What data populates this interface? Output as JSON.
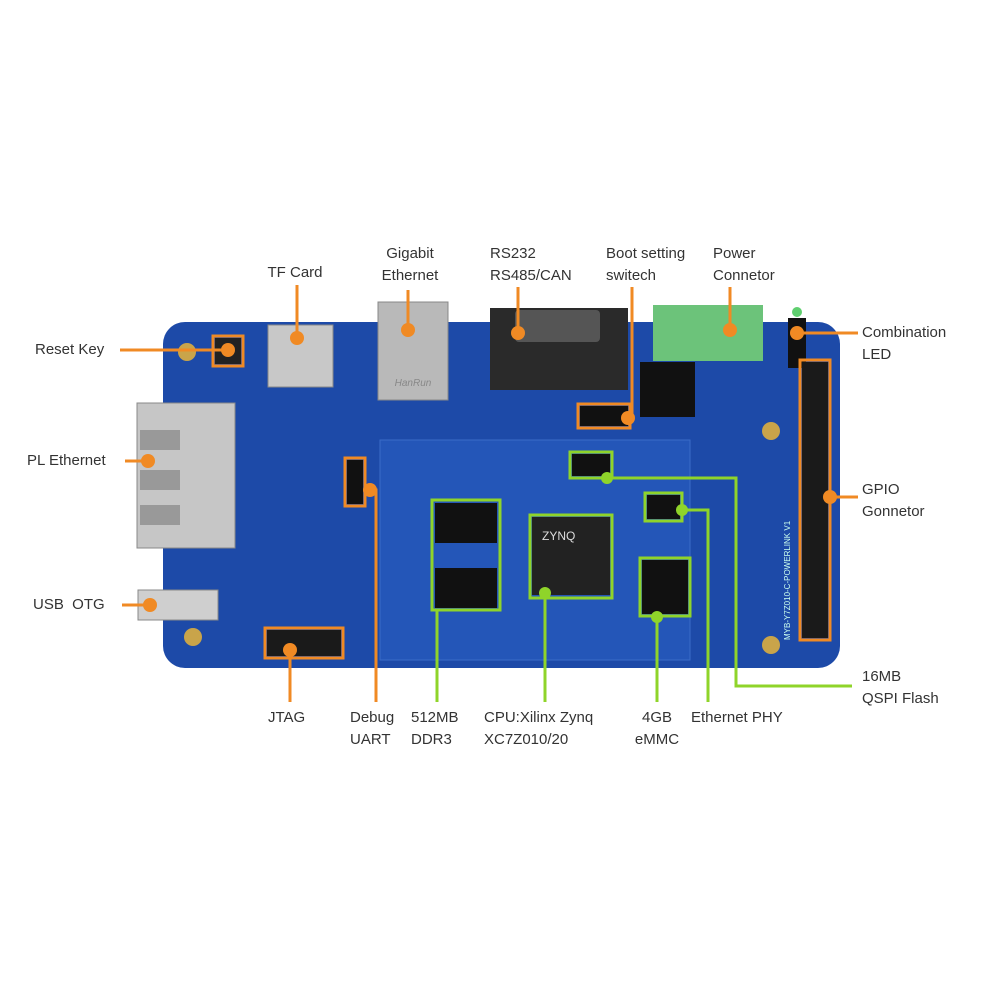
{
  "colors": {
    "board": "#1d4aa8",
    "orange": "#f08a24",
    "green": "#8fd42a",
    "text": "#333333"
  },
  "board_print": {
    "chip": "ZYNQ",
    "rj45_brand": "HanRun",
    "model": "MYB-Y7Z010-C-POWERLINK V1"
  },
  "labels": {
    "tf_card": "TF Card",
    "gigabit_1": "Gigabit",
    "gigabit_2": "Ethernet",
    "rs_1": "RS232",
    "rs_2": "RS485/CAN",
    "boot_1": "Boot setting",
    "boot_2": "switech",
    "power_1": "Power",
    "power_2": "Connetor",
    "led_1": "Combination",
    "led_2": "LED",
    "reset": "Reset Key",
    "pl_eth": "PL Ethernet",
    "usb": "USB  OTG",
    "gpio_1": "GPIO",
    "gpio_2": "Gonnetor",
    "jtag": "JTAG",
    "debug_1": "Debug",
    "debug_2": "UART",
    "ddr_1": "512MB",
    "ddr_2": "DDR3",
    "cpu_1": "CPU:Xilinx Zynq",
    "cpu_2": "XC7Z010/20",
    "emmc_1": "4GB",
    "emmc_2": "eMMC",
    "phy": "Ethernet PHY",
    "qspi_1": "16MB",
    "qspi_2": "QSPI Flash"
  }
}
